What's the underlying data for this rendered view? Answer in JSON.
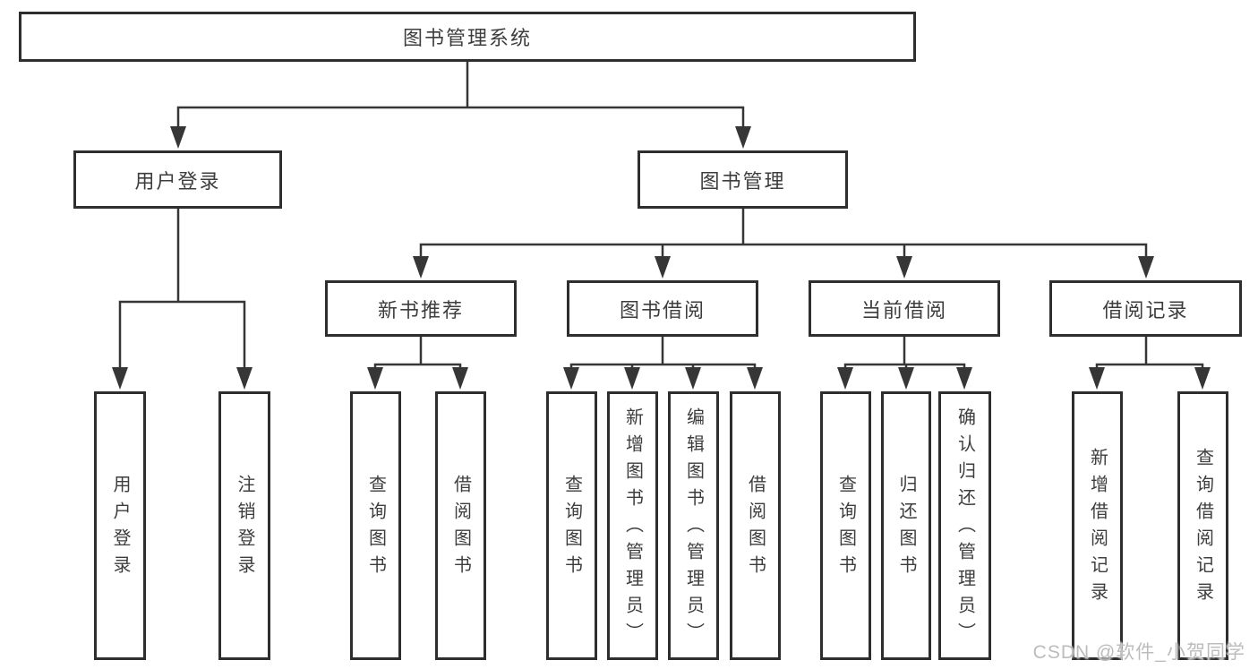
{
  "diagram": {
    "root": {
      "label": "图书管理系统"
    },
    "branches": [
      {
        "label": "用户登录",
        "children": [
          {
            "label": "用户登录"
          },
          {
            "label": "注销登录"
          }
        ]
      },
      {
        "label": "图书管理",
        "children": [
          {
            "label": "新书推荐",
            "children": [
              {
                "label": "查询图书"
              },
              {
                "label": "借阅图书"
              }
            ]
          },
          {
            "label": "图书借阅",
            "children": [
              {
                "label": "查询图书"
              },
              {
                "label": "新增图书（管理员）"
              },
              {
                "label": "编辑图书（管理员）"
              },
              {
                "label": "借阅图书"
              }
            ]
          },
          {
            "label": "当前借阅",
            "children": [
              {
                "label": "查询图书"
              },
              {
                "label": "归还图书"
              },
              {
                "label": "确认归还（管理员）"
              }
            ]
          },
          {
            "label": "借阅记录",
            "children": [
              {
                "label": "新增借阅记录"
              },
              {
                "label": "查询借阅记录"
              }
            ]
          }
        ]
      }
    ]
  },
  "watermark": "CSDN @软件_小贺同学",
  "colors": {
    "line": "#363636",
    "box_border": "#2e2e2e",
    "box_fill": "#ffffff",
    "text": "#3d3d3d",
    "watermark": "#bcbcbc"
  }
}
